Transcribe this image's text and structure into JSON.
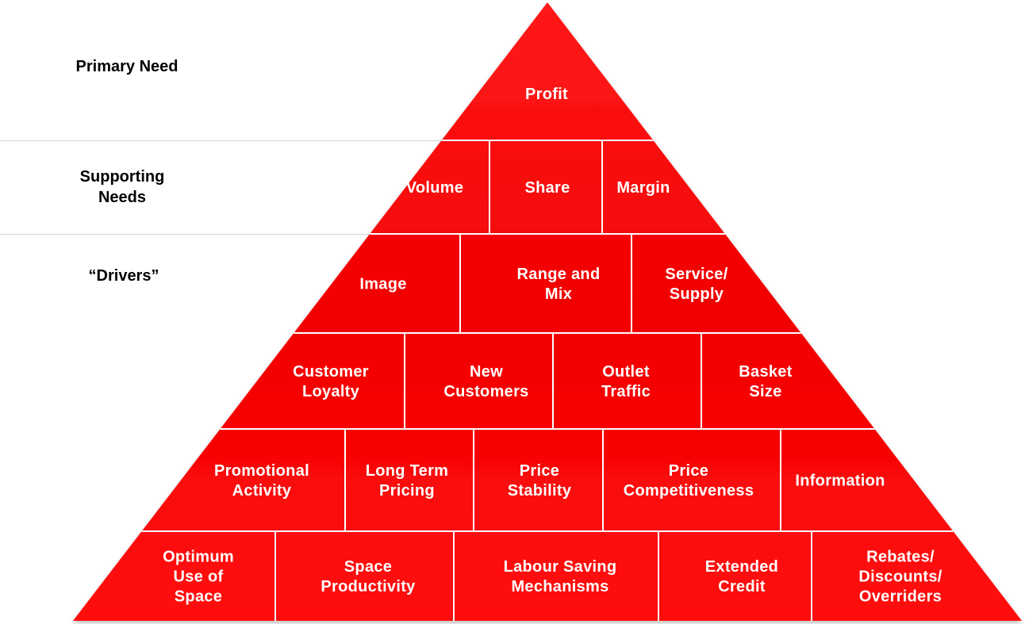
{
  "levels": {
    "primary": "Primary Need",
    "supporting": "Supporting\nNeeds",
    "drivers": "“Drivers”"
  },
  "pyramid": {
    "fill_color": "#ff0000",
    "line_color": "#ffffff",
    "rows": [
      {
        "cells": [
          "Profit"
        ]
      },
      {
        "cells": [
          "Volume",
          "Share",
          "Margin"
        ]
      },
      {
        "cells": [
          "Image",
          "Range and\nMix",
          "Service/\nSupply"
        ]
      },
      {
        "cells": [
          "Customer\nLoyalty",
          "New\nCustomers",
          "Outlet\nTraffic",
          "Basket\nSize"
        ]
      },
      {
        "cells": [
          "Promotional\nActivity",
          "Long Term\nPricing",
          "Price\nStability",
          "Price\nCompetitiveness",
          "Information"
        ]
      },
      {
        "cells": [
          "Optimum\nUse of\nSpace",
          "Space\nProductivity",
          "Labour Saving\nMechanisms",
          "Extended\nCredit",
          "Rebates/\nDiscounts/\nOverriders"
        ]
      }
    ]
  }
}
